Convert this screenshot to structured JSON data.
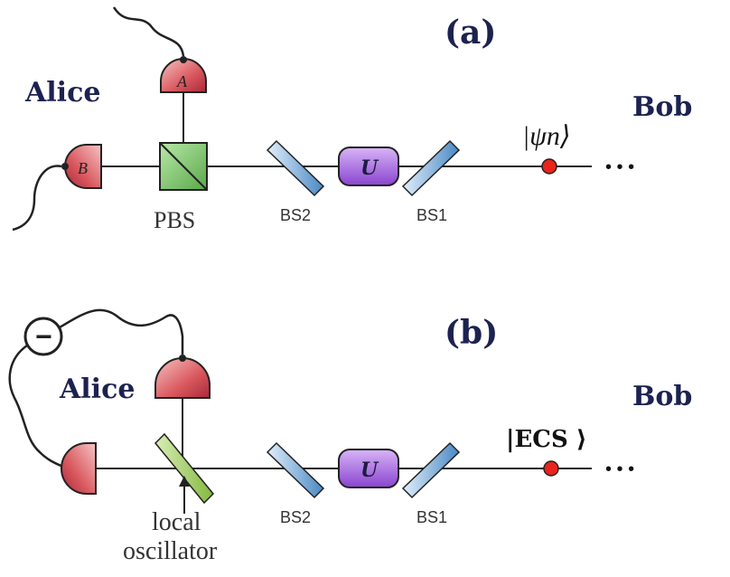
{
  "panel_a": {
    "label": "(a)",
    "alice": "Alice",
    "bob": "Bob",
    "detector_a": "A",
    "detector_b": "B",
    "pbs": "PBS",
    "bs2": "BS2",
    "bs1": "BS1",
    "unitary": "U",
    "state": "|ψn⟩",
    "ellipsis": "• • •"
  },
  "panel_b": {
    "label": "(b)",
    "alice": "Alice",
    "bob": "Bob",
    "minus": "−",
    "bs2": "BS2",
    "bs1": "BS1",
    "unitary": "U",
    "state": "|ECS ⟩",
    "lo_line1": "local",
    "lo_line2": "oscillator",
    "ellipsis": "• • •"
  },
  "colors": {
    "detector": "#d9585e",
    "beamsplitter": "#6ea8d8",
    "pbs": "#7ccc6c",
    "unitary": "#a66be0",
    "state_dot": "#e8241c",
    "local_oscillator": "#9ccc64",
    "text_dark": "#1c2250"
  }
}
